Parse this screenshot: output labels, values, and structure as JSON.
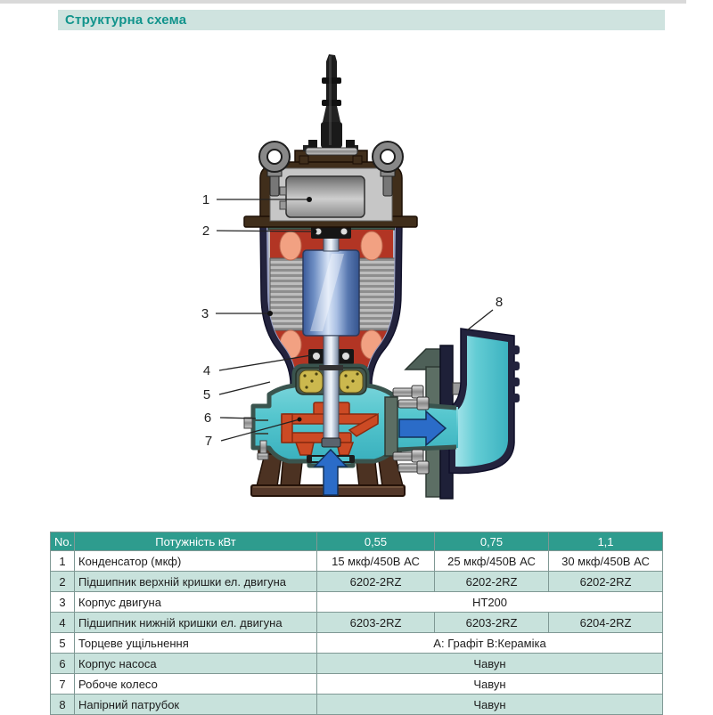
{
  "page": {
    "title": "Структурна схема"
  },
  "colors": {
    "title_text": "#12948c",
    "title_bar_bg": "#cfe3df",
    "table_header_bg": "#2e9c8e",
    "table_alt_row_bg": "#c8e2dc",
    "pump_casing_teal": "#55c6ce",
    "impeller_red": "#cc4a24",
    "motor_shell_navy": "#23233d",
    "cover_brown": "#402e1b",
    "flow_arrow_blue": "#2b6cc8"
  },
  "diagram": {
    "labels": [
      "1",
      "2",
      "3",
      "4",
      "5",
      "6",
      "7",
      "8"
    ]
  },
  "table": {
    "columns": [
      "No.",
      "Потужність кВт",
      "0,55",
      "0,75",
      "1,1"
    ],
    "rows": [
      {
        "no": "1",
        "name": "Конденсатор (мкф)",
        "values": [
          "15 мкф/450В АС",
          "25 мкф/450В АС",
          "30 мкф/450В АС"
        ],
        "span": false
      },
      {
        "no": "2",
        "name": "Підшипник верхній кришки ел. двигуна",
        "values": [
          "6202-2RZ",
          "6202-2RZ",
          "6202-2RZ"
        ],
        "span": false
      },
      {
        "no": "3",
        "name": "Корпус двигуна",
        "values": [
          "НТ200"
        ],
        "span": true
      },
      {
        "no": "4",
        "name": "Підшипник нижній кришки ел. двигуна",
        "values": [
          "6203-2RZ",
          "6203-2RZ",
          "6204-2RZ"
        ],
        "span": false
      },
      {
        "no": "5",
        "name": "Торцеве ущільнення",
        "values": [
          "А: Графіт В:Кераміка"
        ],
        "span": true
      },
      {
        "no": "6",
        "name": "Корпус насоса",
        "values": [
          "Чавун"
        ],
        "span": true
      },
      {
        "no": "7",
        "name": "Робоче колесо",
        "values": [
          "Чавун"
        ],
        "span": true
      },
      {
        "no": "8",
        "name": "Напірний патрубок",
        "values": [
          "Чавун"
        ],
        "span": true
      }
    ]
  }
}
